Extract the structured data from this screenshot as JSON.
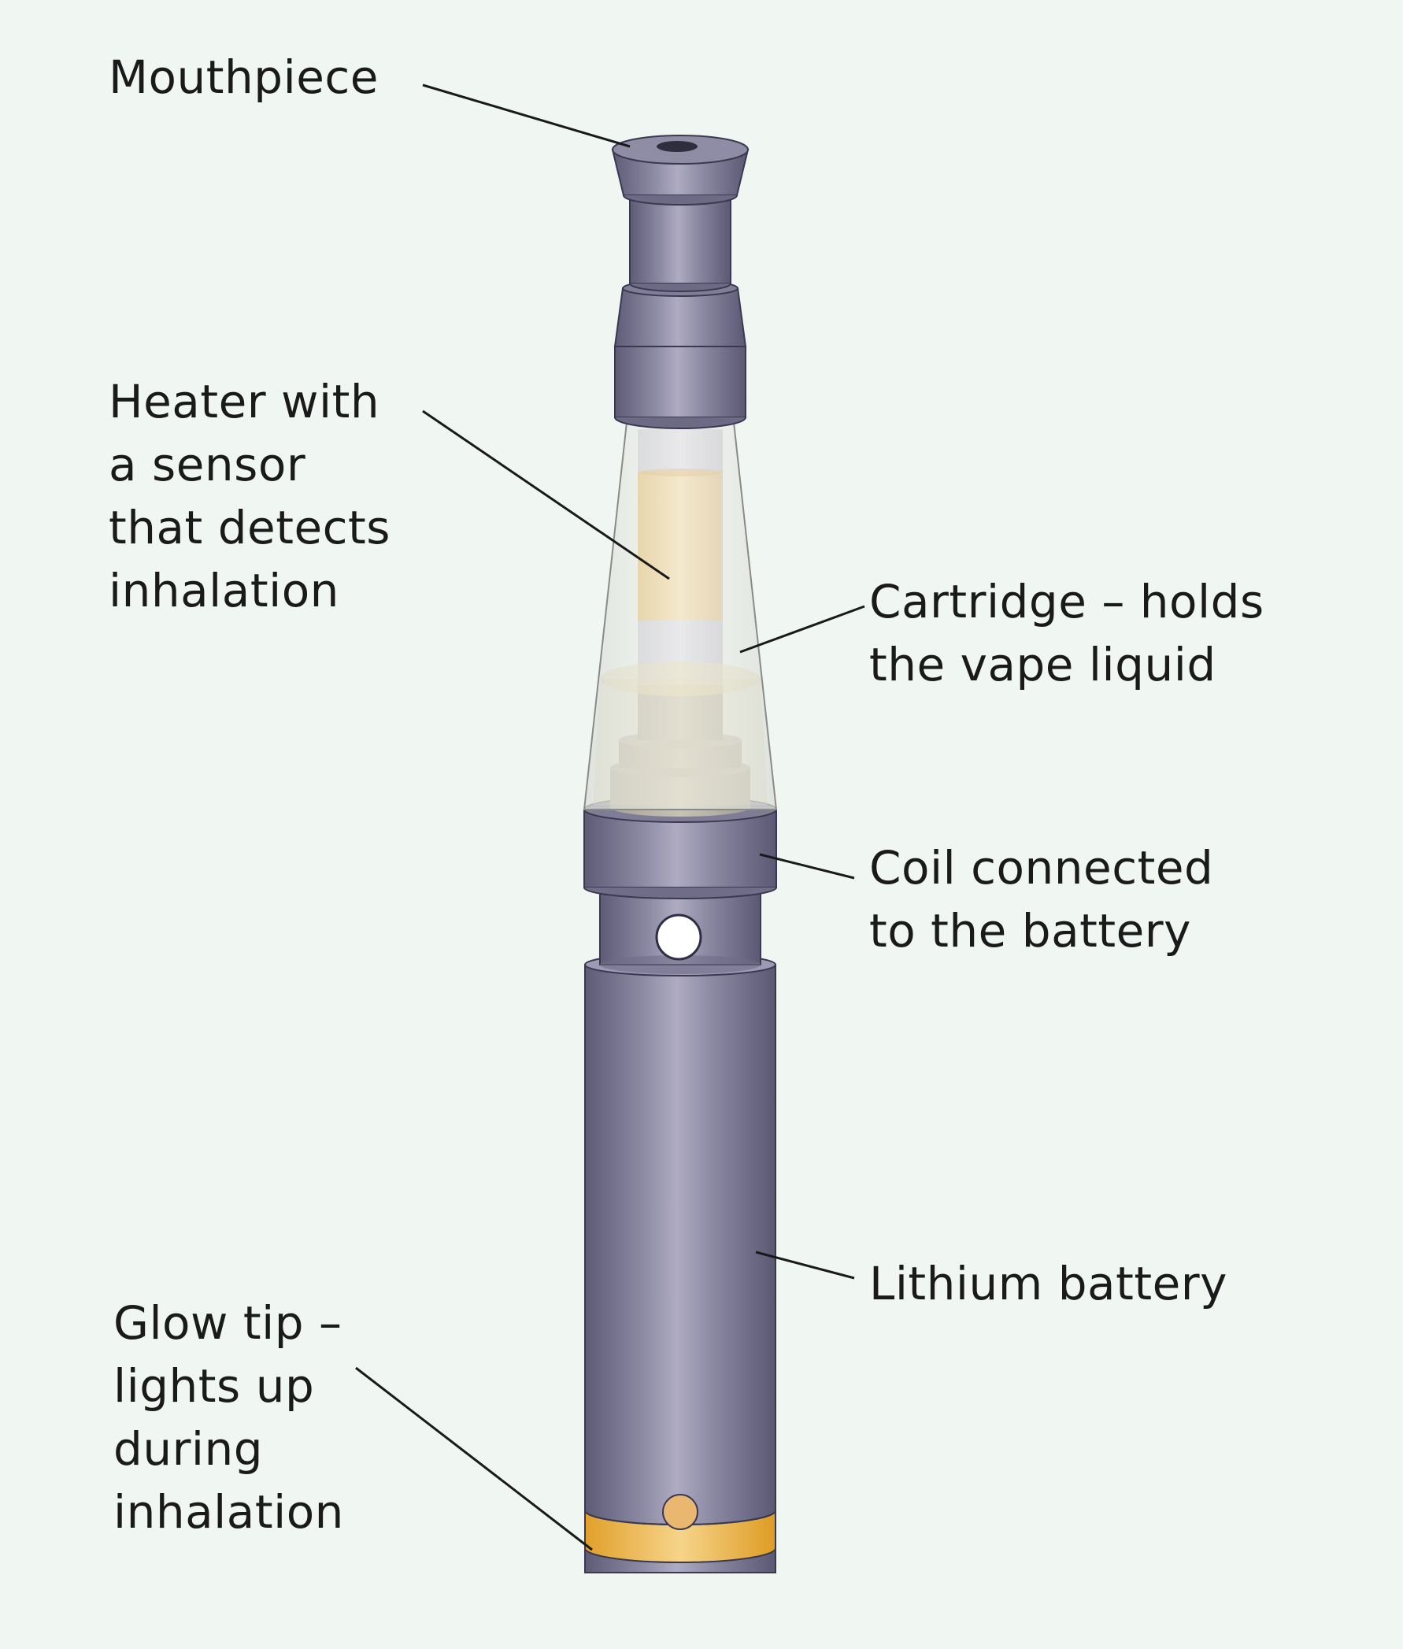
{
  "colors": {
    "background": "#f0f6f2",
    "body_dark": "#5f5d78",
    "body_light": "#a9a6bd",
    "heater_amber": "#e8b04a",
    "glow_amber": "#e3a42c",
    "leader_line": "#1a1a1a"
  },
  "labels": {
    "mouthpiece": {
      "lines": [
        "Mouthpiece"
      ]
    },
    "heater": {
      "lines": [
        "Heater with",
        "a sensor",
        "that detects",
        "inhalation"
      ]
    },
    "cartridge": {
      "lines": [
        "Cartridge – holds",
        "the vape liquid"
      ]
    },
    "coil": {
      "lines": [
        "Coil connected",
        "to the battery"
      ]
    },
    "battery": {
      "lines": [
        "Lithium battery"
      ]
    },
    "glow_tip": {
      "lines": [
        "Glow tip –",
        "lights up",
        "during",
        "inhalation"
      ]
    }
  }
}
